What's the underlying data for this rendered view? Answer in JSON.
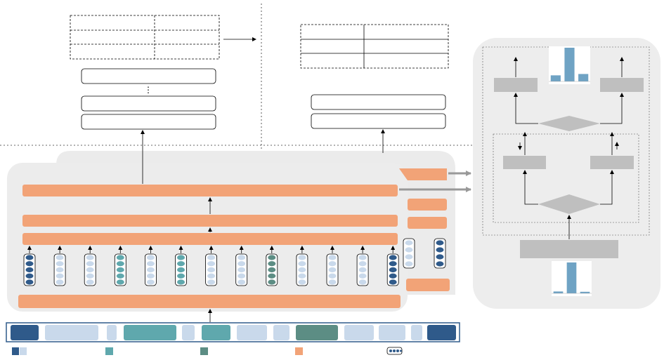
{
  "colors": {
    "orange": "#f2a377",
    "panel_bg": "#ededed",
    "dark_blue": "#2f5a8a",
    "light_blue": "#c9d9eb",
    "teal": "#5fa8ad",
    "dark_teal": "#5c8d84",
    "gray_block": "#bfbfbf",
    "hist_bar": "#6fa3c4"
  },
  "legend": {
    "items": [
      {
        "icon": "blue-square-pair-icon",
        "label": ""
      },
      {
        "icon": "teal-square-icon",
        "label": ""
      },
      {
        "icon": "dark-teal-square-icon",
        "label": ""
      },
      {
        "icon": "orange-square-icon",
        "label": ""
      },
      {
        "icon": "token-vector-icon",
        "label": ""
      }
    ]
  },
  "input_sequence": {
    "tokens": [
      "dark_blue",
      "light_blue",
      "light_blue",
      "teal",
      "light_blue",
      "teal",
      "light_blue",
      "light_blue",
      "dark_teal",
      "light_blue",
      "light_blue",
      "light_blue",
      "dark_blue"
    ]
  },
  "embedding_columns": {
    "columns": [
      [
        "dark_blue",
        "dark_blue",
        "dark_blue",
        "dark_blue",
        "dark_blue"
      ],
      [
        "light_blue",
        "light_blue",
        "light_blue",
        "light_blue",
        "light_blue"
      ],
      [
        "light_blue",
        "light_blue",
        "light_blue",
        "light_blue",
        "light_blue"
      ],
      [
        "teal",
        "teal",
        "teal",
        "teal",
        "teal"
      ],
      [
        "light_blue",
        "light_blue",
        "light_blue",
        "light_blue",
        "light_blue"
      ],
      [
        "teal",
        "teal",
        "teal",
        "teal",
        "teal"
      ],
      [
        "light_blue",
        "light_blue",
        "light_blue",
        "light_blue",
        "light_blue"
      ],
      [
        "light_blue",
        "light_blue",
        "light_blue",
        "light_blue",
        "light_blue"
      ],
      [
        "dark_teal",
        "dark_teal",
        "dark_teal",
        "dark_teal",
        "dark_teal"
      ],
      [
        "light_blue",
        "light_blue",
        "light_blue",
        "light_blue",
        "light_blue"
      ],
      [
        "light_blue",
        "light_blue",
        "light_blue",
        "light_blue",
        "light_blue"
      ],
      [
        "light_blue",
        "light_blue",
        "light_blue",
        "light_blue",
        "light_blue"
      ],
      [
        "dark_blue",
        "dark_blue",
        "dark_blue",
        "dark_blue",
        "dark_blue"
      ]
    ]
  },
  "side_column": {
    "cells": [
      "light_blue",
      "light_blue",
      "light_blue",
      "light_blue"
    ]
  },
  "side_column_right": {
    "cells": [
      "dark_blue",
      "dark_blue",
      "dark_blue",
      "dark_blue"
    ]
  },
  "top_hist": {
    "values": [
      0.18,
      1.0,
      0.22
    ]
  },
  "bottom_hist": {
    "values": [
      0.06,
      1.0,
      0.05
    ]
  }
}
